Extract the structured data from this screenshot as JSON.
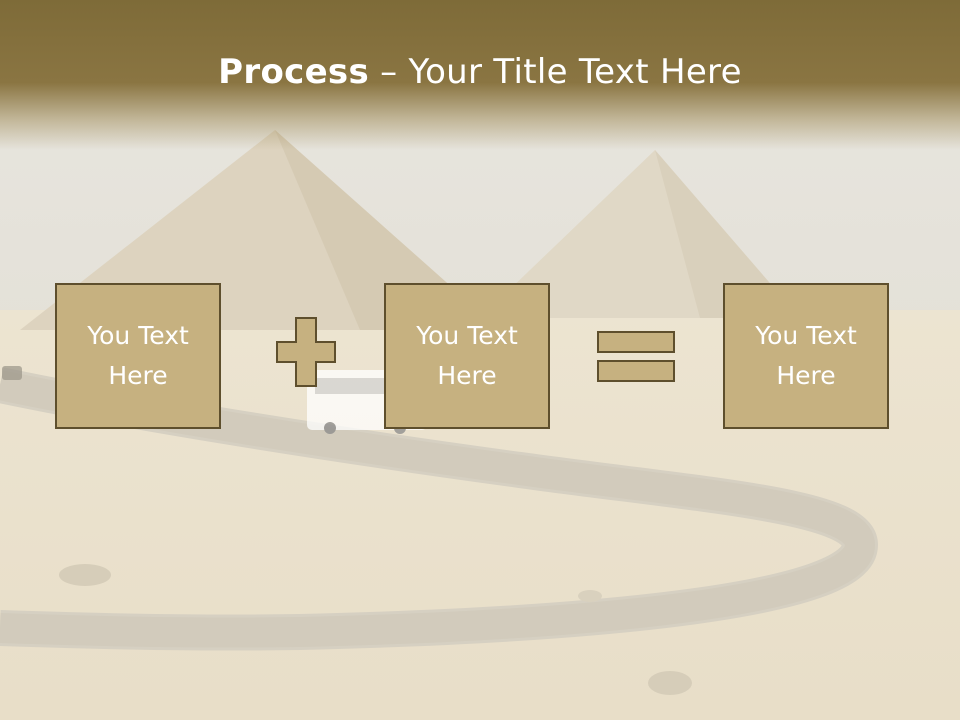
{
  "title": {
    "bold": "Process",
    "dash": " – ",
    "rest": "Your Title Text Here"
  },
  "boxes": [
    {
      "line1": "You Text",
      "line2": "Here"
    },
    {
      "line1": "You Text",
      "line2": "Here"
    },
    {
      "line1": "You Text",
      "line2": "Here"
    }
  ],
  "operators": [
    "plus-icon",
    "equals-icon"
  ],
  "colors": {
    "header": "#7e6b38",
    "box_fill": "#c6b180",
    "box_border": "#5e4f2d",
    "text": "#ffffff"
  }
}
